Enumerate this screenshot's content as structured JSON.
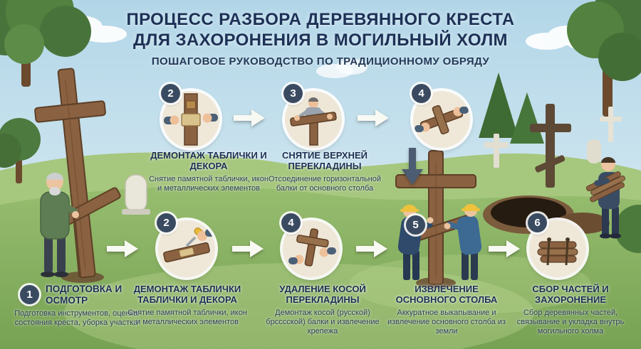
{
  "header": {
    "title_line1": "ПРОЦЕСС РАЗБОРА ДЕРЕВЯННОГО КРЕСТА",
    "title_line2": "ДЛЯ ЗАХОРОНЕНИЯ В МОГИЛЬНЫЙ ХОЛМ",
    "subtitle": "ПОШАГОВОЕ РУКОВОДСТВО ПО ТРАДИЦИОННОМУ ОБРЯДУ"
  },
  "step1": {
    "number": "1",
    "title": "ПОДГОТОВКА И ОСМОТР",
    "description": "Подготовка инструментов, оценка состояния креста, уборка участка"
  },
  "top_row": [
    {
      "number": "2",
      "title": "ДЕМОНТАЖ ТАБЛИЧКИ И ДЕКОРА",
      "description": "Снятие памятной таблички, икон и металлических элементов",
      "illustration": "plaque-removal"
    },
    {
      "number": "3",
      "title": "СНЯТИЕ ВЕРХНЕЙ ПЕРЕКЛАДИНЫ",
      "description": "Отсоединение горизонтальной балки от основного столба",
      "illustration": "crossbar-removal"
    },
    {
      "number": "4",
      "title": "",
      "description": "",
      "illustration": "beam-in-hands"
    }
  ],
  "bottom_row": [
    {
      "number": "2",
      "title": "ДЕМОНТАЖ ТАБЛИЧКИ ТАБЛИЧКИ И ДЕКОРА",
      "description": "Снятие памятной таблички, икон и металлических элементов",
      "illustration": "screwdriver-plaque"
    },
    {
      "number": "4",
      "title": "УДАЛЕНИЕ КОСОЙ ПЕРЕКЛАДИНЫ",
      "description": "Демонтаж косой (русской) брсссской) балки и извлечение крепежа",
      "illustration": "slanted-bar-removal"
    },
    {
      "number": "5",
      "title": "ИЗВЛЕЧЕНИЕ ОСНОВНОГО СТОЛБА",
      "description": "Аккуратное выкапывание и извлечение основного столба из земли",
      "illustration": "post-extraction-scene"
    },
    {
      "number": "6",
      "title": "СБОР ЧАСТЕЙ И ЗАХОРОНЕНИЕ",
      "description": "Сбор деревянных частей, связывание и укладка внутрь могильного холма",
      "illustration": "wood-bundle"
    }
  ],
  "colors": {
    "title_navy": "#1d3156",
    "badge_bg": "#3a4b61",
    "wood": "#8a6242",
    "arrow_white": "#f8f9f3",
    "arrow_dark": "#4c5c72",
    "field_green": "#8cb466"
  }
}
